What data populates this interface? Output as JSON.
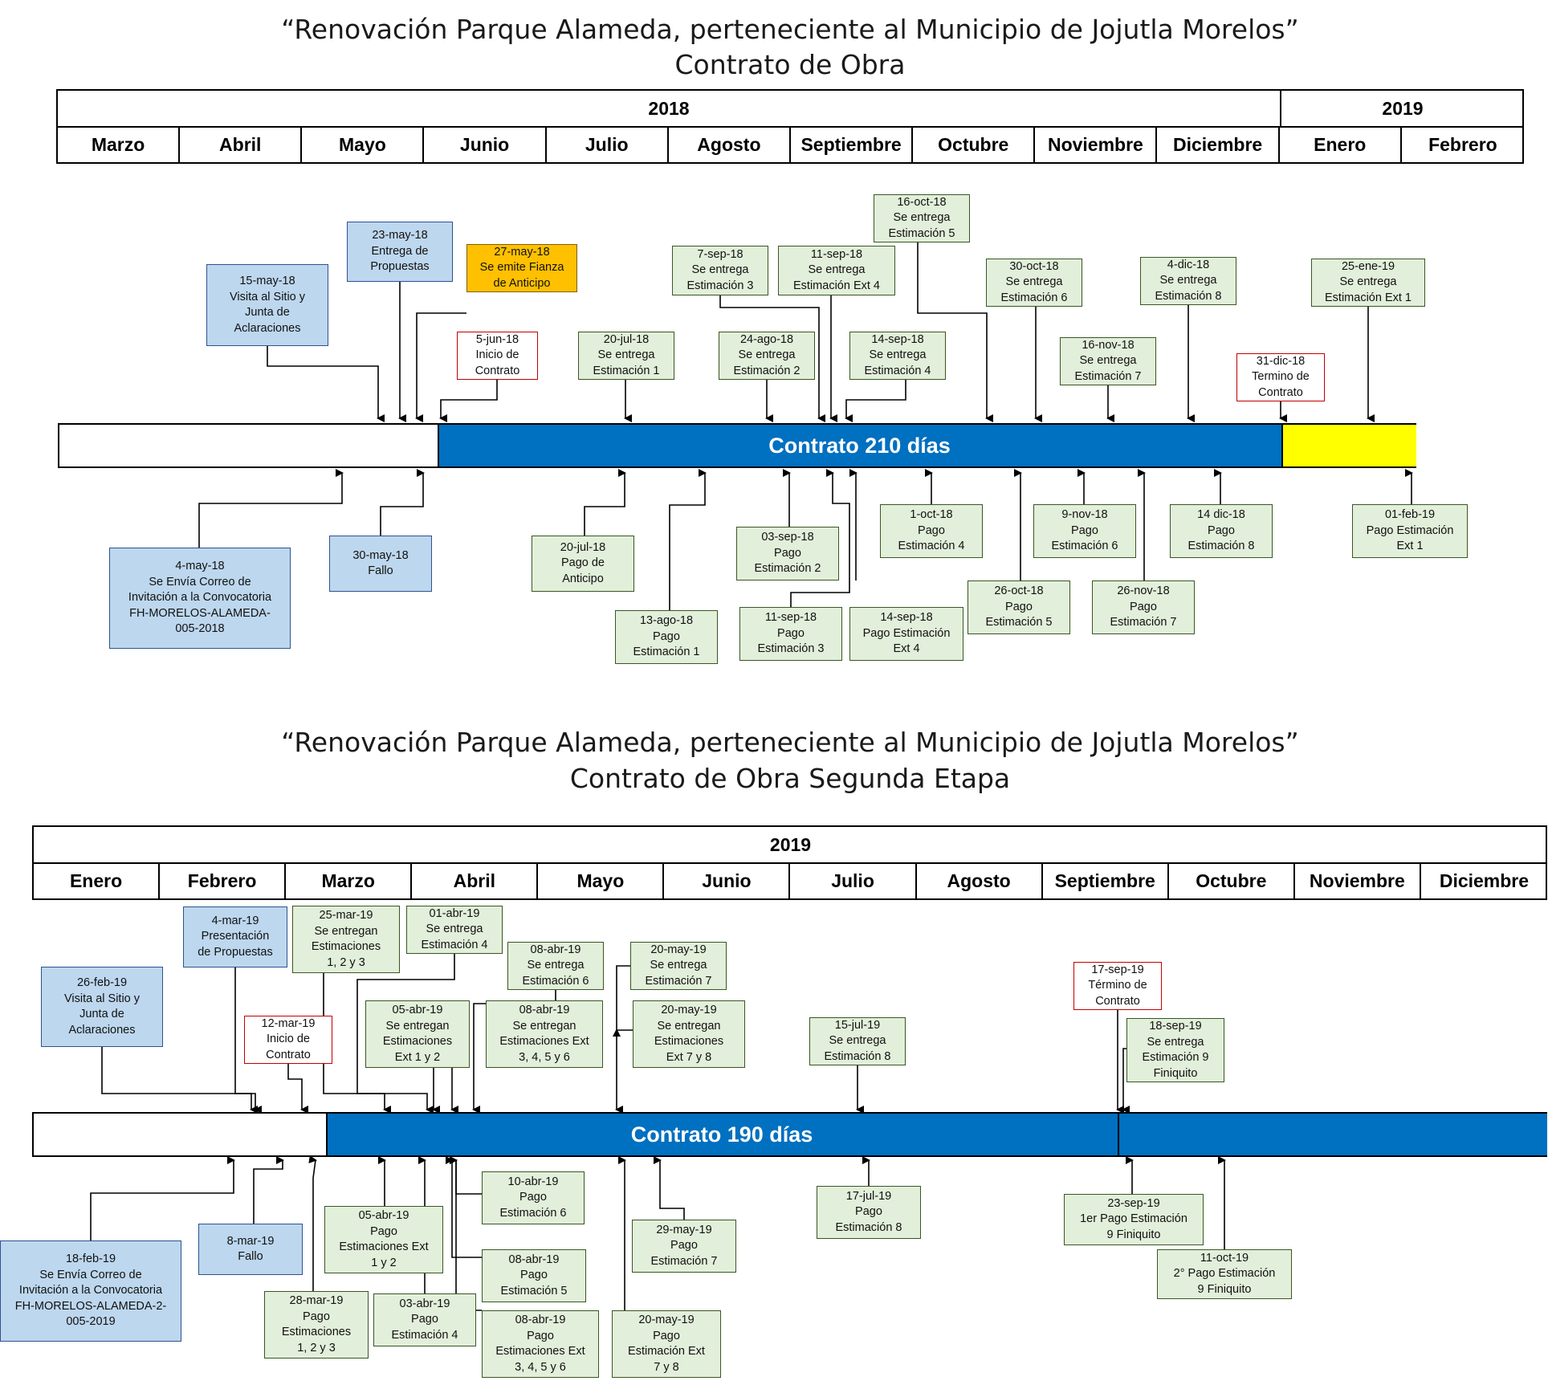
{
  "timeline1": {
    "title_line1": "“Renovación Parque Alameda, perteneciente al Municipio de Jojutla Morelos”",
    "title_line2": "Contrato de Obra",
    "years": [
      "2018",
      "2019"
    ],
    "months": [
      "Marzo",
      "Abril",
      "Mayo",
      "Junio",
      "Julio",
      "Agosto",
      "Septiembre",
      "Octubre",
      "Noviembre",
      "Diciembre",
      "Enero",
      "Febrero"
    ],
    "bar_label": "Contrato 210 días",
    "colors": {
      "bar": "#0070c0",
      "extension": "#ffff00"
    },
    "events": [
      "15-may-18\nVisita al Sitio y\nJunta de\nAclaraciones",
      "23-may-18\nEntrega de\nPropuestas",
      "27-may-18\nSe emite Fianza\nde Anticipo",
      "5-jun-18\nInicio de\nContrato",
      "20-jul-18\nSe entrega\nEstimación 1",
      "7-sep-18\nSe entrega\nEstimación 3",
      "24-ago-18\nSe entrega\nEstimación 2",
      "11-sep-18\nSe entrega\nEstimación Ext 4",
      "16-oct-18\nSe entrega\nEstimación 5",
      "14-sep-18\nSe entrega\nEstimación 4",
      "30-oct-18\nSe entrega\nEstimación 6",
      "16-nov-18\nSe entrega\nEstimación 7",
      "4-dic-18\nSe entrega\nEstimación 8",
      "31-dic-18\nTermino de\nContrato",
      "25-ene-19\nSe entrega\nEstimación Ext 1",
      "4-may-18\nSe Envía Correo de\nInvitación a la Convocatoria\nFH-MORELOS-ALAMEDA-\n005-2018",
      "30-may-18\nFallo",
      "20-jul-18\nPago de\nAnticipo",
      "13-ago-18\nPago\nEstimación 1",
      "03-sep-18\nPago\nEstimación 2",
      "11-sep-18\nPago\nEstimación 3",
      "14-sep-18\nPago Estimación\nExt 4",
      "1-oct-18\nPago\nEstimación 4",
      "26-oct-18\nPago\nEstimación 5",
      "9-nov-18\nPago\nEstimación 6",
      "26-nov-18\nPago\nEstimación 7",
      "14 dic-18\nPago\nEstimación 8",
      "01-feb-19\nPago Estimación\nExt 1"
    ]
  },
  "timeline2": {
    "title_line1": "“Renovación Parque Alameda, perteneciente al Municipio de Jojutla Morelos”",
    "title_line2": "Contrato de Obra Segunda Etapa",
    "years": [
      "2019"
    ],
    "months": [
      "Enero",
      "Febrero",
      "Marzo",
      "Abril",
      "Mayo",
      "Junio",
      "Julio",
      "Agosto",
      "Septiembre",
      "Octubre",
      "Noviembre",
      "Diciembre"
    ],
    "bar_label": "Contrato 190 días",
    "colors": {
      "bar": "#0070c0"
    },
    "events": [
      "4-mar-19\nPresentación\nde Propuestas",
      "25-mar-19\nSe entregan\nEstimaciones\n1, 2 y 3",
      "01-abr-19\nSe entrega\nEstimación 4",
      "08-abr-19\nSe entrega\nEstimación 6",
      "20-may-19\nSe entrega\nEstimación 7",
      "26-feb-19\nVisita al Sitio y\nJunta de\nAclaraciones",
      "12-mar-19\nInicio de\nContrato",
      "05-abr-19\nSe entregan\nEstimaciones\nExt 1 y 2",
      "08-abr-19\nSe entregan\nEstimaciones Ext\n3, 4, 5 y 6",
      "20-may-19\nSe entregan\nEstimaciones\nExt 7 y 8",
      "15-jul-19\nSe entrega\nEstimación 8",
      "17-sep-19\nTérmino de\nContrato",
      "18-sep-19\nSe entrega\nEstimación 9\nFiniquito",
      "10-abr-19\nPago\nEstimación 6",
      "05-abr-19\nPago\nEstimaciones Ext\n1 y 2",
      "29-may-19\nPago\nEstimación 7",
      "17-jul-19\nPago\nEstimación 8",
      "23-sep-19\n1er Pago Estimación\n9 Finiquito",
      "18-feb-19\nSe Envía Correo de\nInvitación a la Convocatoria\nFH-MORELOS-ALAMEDA-2-\n005-2019",
      "8-mar-19\nFallo",
      "08-abr-19\nPago\nEstimación 5",
      "11-oct-19\n2° Pago Estimación\n9 Finiquito",
      "28-mar-19\nPago\nEstimaciones\n1, 2 y 3",
      "03-abr-19\nPago\nEstimación 4",
      "08-abr-19\nPago\nEstimaciones Ext\n3, 4, 5 y 6",
      "20-may-19\nPago\nEstimación Ext\n7 y 8"
    ]
  }
}
